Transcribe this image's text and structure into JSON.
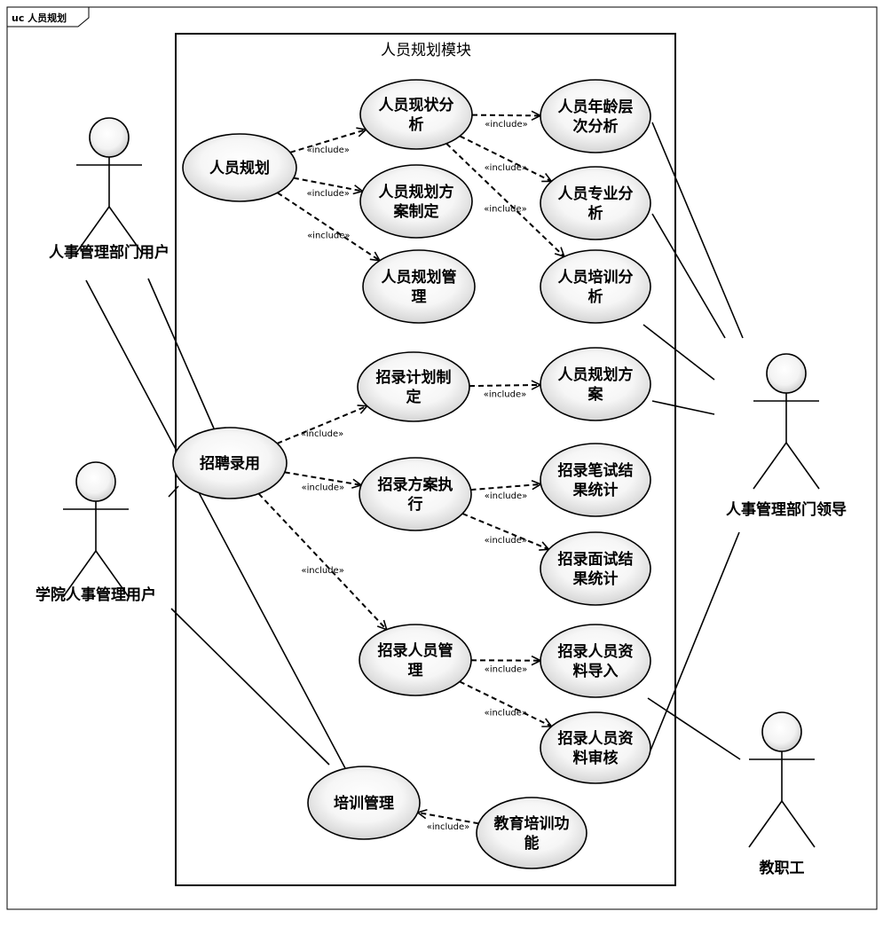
{
  "frame": {
    "label": "uc 人员规划"
  },
  "system": {
    "name": "人员规划模块"
  },
  "include_label": "«include»",
  "actors": [
    {
      "id": "hr_user",
      "label": "人事管理部门用户"
    },
    {
      "id": "college_user",
      "label": "学院人事管理用户"
    },
    {
      "id": "hr_leader",
      "label": "人事管理部门领导"
    },
    {
      "id": "staff",
      "label": "教职工"
    }
  ],
  "use_cases": [
    {
      "id": "uc_plan",
      "lines": [
        "人员规划"
      ]
    },
    {
      "id": "uc_status",
      "lines": [
        "人员现状分",
        "析"
      ]
    },
    {
      "id": "uc_scheme",
      "lines": [
        "人员规划方",
        "案制定"
      ]
    },
    {
      "id": "uc_plan_mgmt",
      "lines": [
        "人员规划管",
        "理"
      ]
    },
    {
      "id": "uc_age",
      "lines": [
        "人员年龄层",
        "次分析"
      ]
    },
    {
      "id": "uc_major",
      "lines": [
        "人员专业分",
        "析"
      ]
    },
    {
      "id": "uc_training_an",
      "lines": [
        "人员培训分",
        "析"
      ]
    },
    {
      "id": "uc_recruit",
      "lines": [
        "招聘录用"
      ]
    },
    {
      "id": "uc_rec_plan",
      "lines": [
        "招录计划制",
        "定"
      ]
    },
    {
      "id": "uc_plan_scheme",
      "lines": [
        "人员规划方",
        "案"
      ]
    },
    {
      "id": "uc_rec_exec",
      "lines": [
        "招录方案执",
        "行"
      ]
    },
    {
      "id": "uc_written",
      "lines": [
        "招录笔试结",
        "果统计"
      ]
    },
    {
      "id": "uc_interview",
      "lines": [
        "招录面试结",
        "果统计"
      ]
    },
    {
      "id": "uc_rec_staff",
      "lines": [
        "招录人员管",
        "理"
      ]
    },
    {
      "id": "uc_import",
      "lines": [
        "招录人员资",
        "料导入"
      ]
    },
    {
      "id": "uc_audit",
      "lines": [
        "招录人员资",
        "料审核"
      ]
    },
    {
      "id": "uc_train_mgmt",
      "lines": [
        "培训管理"
      ]
    },
    {
      "id": "uc_edu",
      "lines": [
        "教育培训功",
        "能"
      ]
    }
  ],
  "includes": [
    {
      "from": "uc_plan",
      "to": "uc_status"
    },
    {
      "from": "uc_plan",
      "to": "uc_scheme"
    },
    {
      "from": "uc_plan",
      "to": "uc_plan_mgmt"
    },
    {
      "from": "uc_status",
      "to": "uc_age"
    },
    {
      "from": "uc_status",
      "to": "uc_major"
    },
    {
      "from": "uc_status",
      "to": "uc_training_an"
    },
    {
      "from": "uc_recruit",
      "to": "uc_rec_plan"
    },
    {
      "from": "uc_recruit",
      "to": "uc_rec_exec"
    },
    {
      "from": "uc_recruit",
      "to": "uc_rec_staff"
    },
    {
      "from": "uc_rec_plan",
      "to": "uc_plan_scheme"
    },
    {
      "from": "uc_rec_exec",
      "to": "uc_written"
    },
    {
      "from": "uc_rec_exec",
      "to": "uc_interview"
    },
    {
      "from": "uc_rec_staff",
      "to": "uc_import"
    },
    {
      "from": "uc_rec_staff",
      "to": "uc_audit"
    },
    {
      "from": "uc_edu",
      "to": "uc_train_mgmt"
    }
  ],
  "associations": [
    {
      "actor": "hr_user",
      "use_case": "uc_recruit"
    },
    {
      "actor": "hr_user",
      "use_case": "uc_train_mgmt"
    },
    {
      "actor": "college_user",
      "use_case": "uc_recruit"
    },
    {
      "actor": "college_user",
      "use_case": "uc_train_mgmt"
    },
    {
      "actor": "hr_leader",
      "use_case": "uc_age"
    },
    {
      "actor": "hr_leader",
      "use_case": "uc_major"
    },
    {
      "actor": "hr_leader",
      "use_case": "uc_training_an"
    },
    {
      "actor": "hr_leader",
      "use_case": "uc_plan_scheme"
    },
    {
      "actor": "hr_leader",
      "use_case": "uc_audit"
    },
    {
      "actor": "staff",
      "use_case": "uc_import"
    }
  ]
}
